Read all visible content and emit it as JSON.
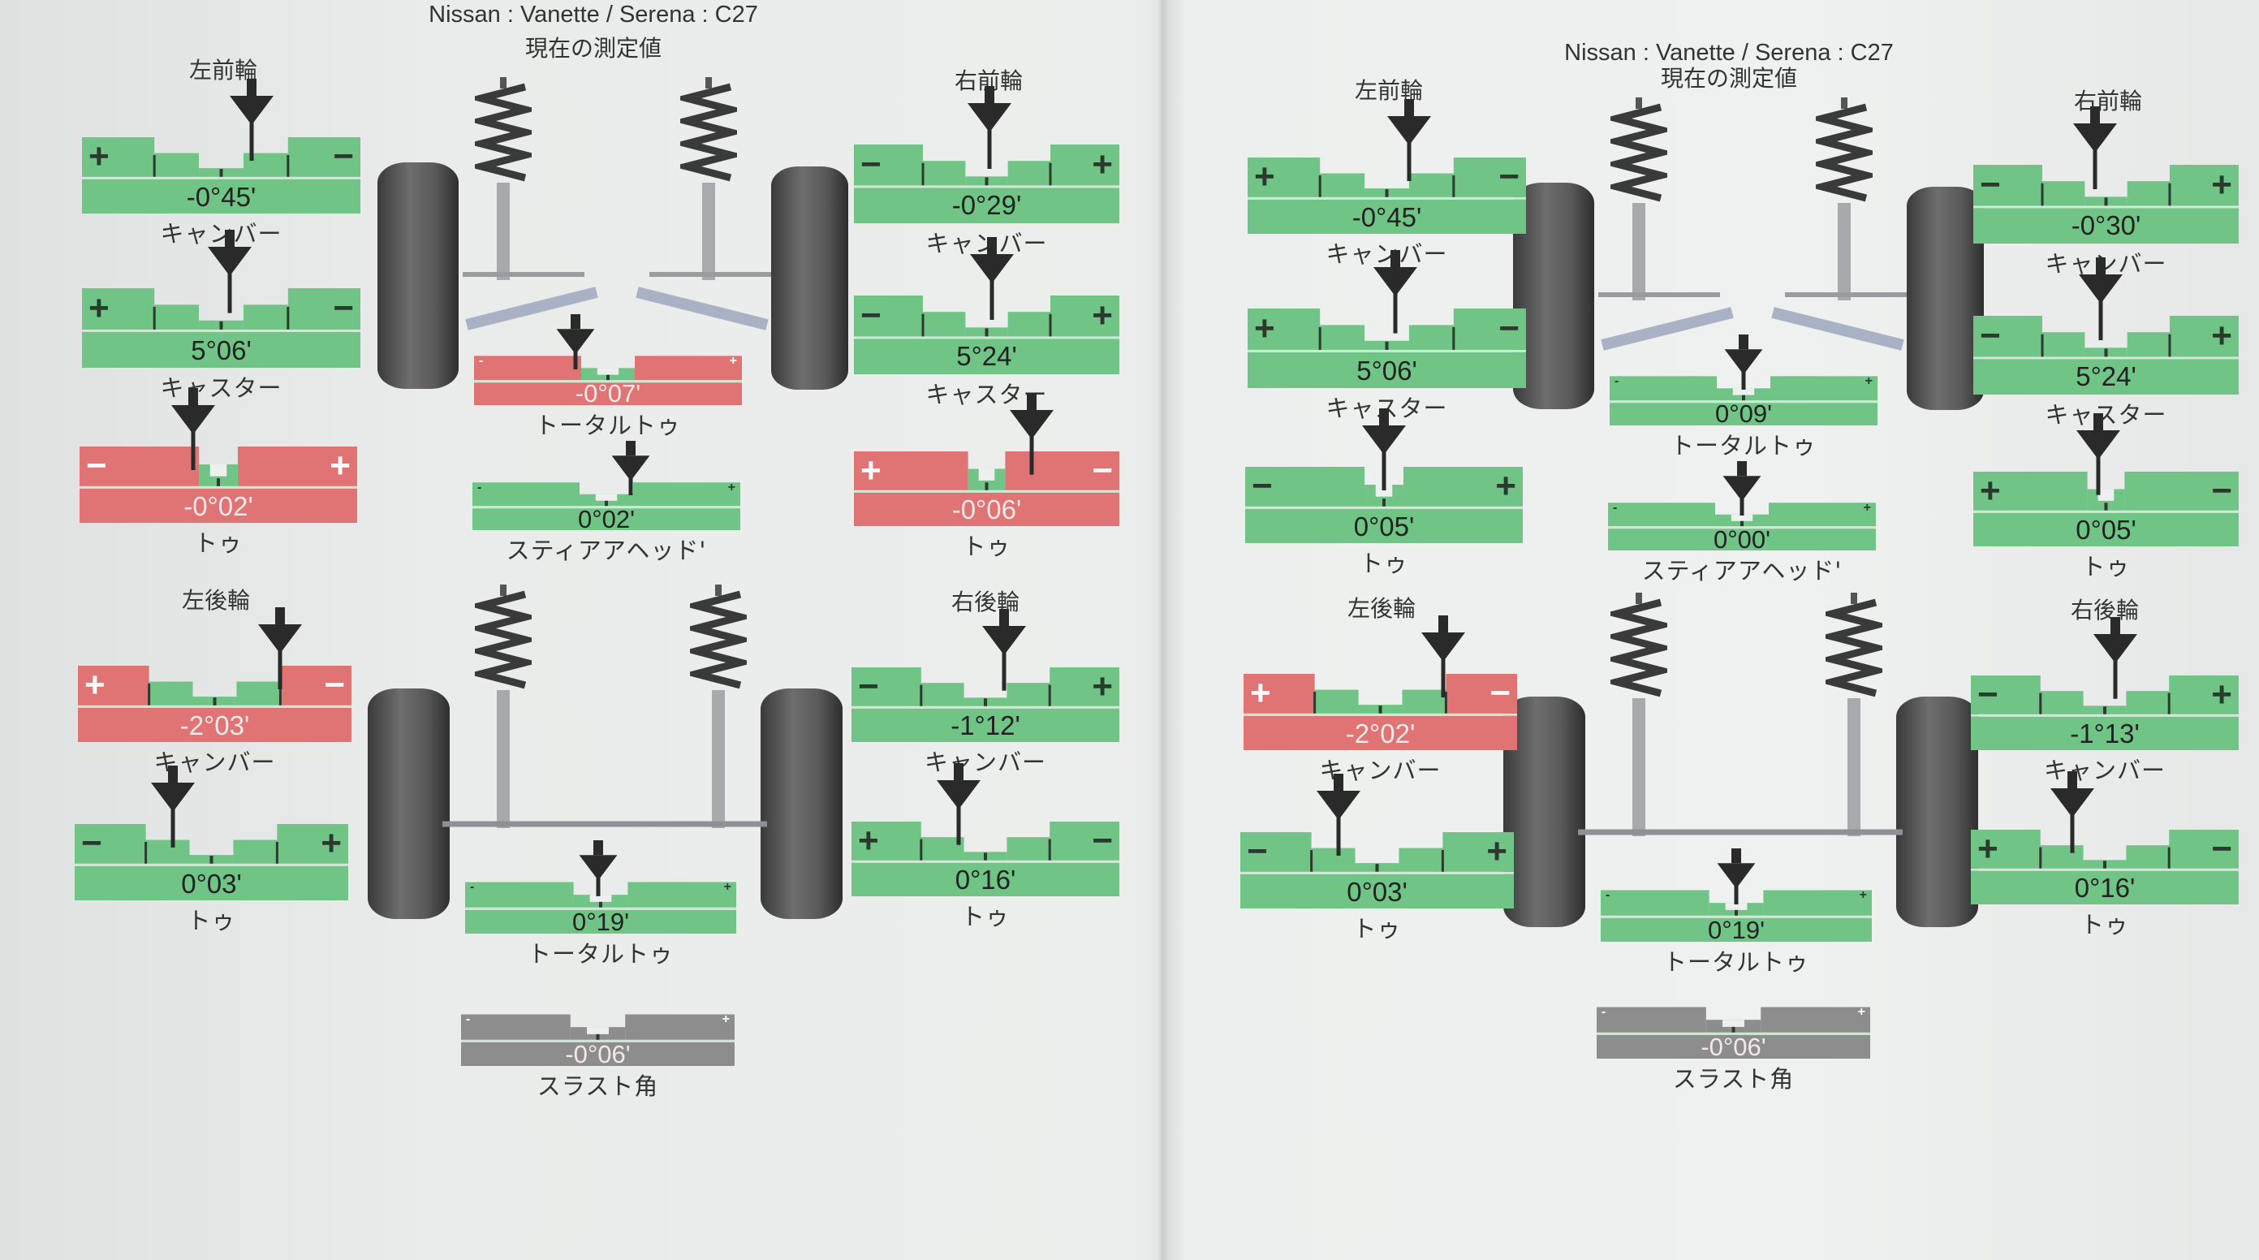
{
  "colors": {
    "green": "#70c485",
    "red": "#e07474",
    "gray": "#8d8d8d",
    "pointer": "#2a2a2a"
  },
  "pages": [
    {
      "title": "Nissan : Vanette / Serena : C27",
      "subtitle": "現在の測定値",
      "wheel_labels": {
        "front_left": "左前輪",
        "front_right": "右前輪",
        "rear_left": "左後輪",
        "rear_right": "右後輪"
      },
      "gauges": {
        "lf_camber": {
          "value": "-0°45'",
          "label": "キャンバー",
          "status": "green",
          "signs": [
            "+",
            "−"
          ]
        },
        "lf_caster": {
          "value": "5°06'",
          "label": "キャスター",
          "status": "green",
          "signs": [
            "+",
            "−"
          ]
        },
        "lf_toe": {
          "value": "-0°02'",
          "label": "トゥ",
          "status": "red",
          "signs": [
            "−",
            "+"
          ]
        },
        "front_total_toe": {
          "value": "-0°07'",
          "label": "トータルトゥ",
          "status": "red",
          "signs": [
            "-",
            "+"
          ]
        },
        "steer_ahead": {
          "value": "0°02'",
          "label": "スティアアヘッド'",
          "status": "green",
          "signs": [
            "-",
            "+"
          ]
        },
        "rf_camber": {
          "value": "-0°29'",
          "label": "キャンバー",
          "status": "green",
          "signs": [
            "−",
            "+"
          ]
        },
        "rf_caster": {
          "value": "5°24'",
          "label": "キャスター",
          "status": "green",
          "signs": [
            "−",
            "+"
          ]
        },
        "rf_toe": {
          "value": "-0°06'",
          "label": "トゥ",
          "status": "red",
          "signs": [
            "+",
            "−"
          ]
        },
        "lr_camber": {
          "value": "-2°03'",
          "label": "キャンバー",
          "status": "red",
          "signs": [
            "+",
            "−"
          ]
        },
        "lr_toe": {
          "value": "0°03'",
          "label": "トゥ",
          "status": "green",
          "signs": [
            "−",
            "+"
          ]
        },
        "rear_total_toe": {
          "value": "0°19'",
          "label": "トータルトゥ",
          "status": "green",
          "signs": [
            "-",
            "+"
          ]
        },
        "rr_camber": {
          "value": "-1°12'",
          "label": "キャンバー",
          "status": "green",
          "signs": [
            "−",
            "+"
          ]
        },
        "rr_toe": {
          "value": "0°16'",
          "label": "トゥ",
          "status": "green",
          "signs": [
            "+",
            "−"
          ]
        },
        "thrust_angle": {
          "value": "-0°06'",
          "label": "スラスト角",
          "status": "gray",
          "signs": [
            "-",
            "+"
          ]
        }
      }
    },
    {
      "title": "Nissan : Vanette / Serena : C27",
      "subtitle": "現在の測定値",
      "wheel_labels": {
        "front_left": "左前輪",
        "front_right": "右前輪",
        "rear_left": "左後輪",
        "rear_right": "右後輪"
      },
      "gauges": {
        "lf_camber": {
          "value": "-0°45'",
          "label": "キャンバー",
          "status": "green",
          "signs": [
            "+",
            "−"
          ]
        },
        "lf_caster": {
          "value": "5°06'",
          "label": "キャスター",
          "status": "green",
          "signs": [
            "+",
            "−"
          ]
        },
        "lf_toe": {
          "value": "0°05'",
          "label": "トゥ",
          "status": "green",
          "signs": [
            "−",
            "+"
          ]
        },
        "front_total_toe": {
          "value": "0°09'",
          "label": "トータルトゥ",
          "status": "green",
          "signs": [
            "-",
            "+"
          ]
        },
        "steer_ahead": {
          "value": "0°00'",
          "label": "スティアアヘッド'",
          "status": "green",
          "signs": [
            "-",
            "+"
          ]
        },
        "rf_camber": {
          "value": "-0°30'",
          "label": "キャンバー",
          "status": "green",
          "signs": [
            "−",
            "+"
          ]
        },
        "rf_caster": {
          "value": "5°24'",
          "label": "キャスター",
          "status": "green",
          "signs": [
            "−",
            "+"
          ]
        },
        "rf_toe": {
          "value": "0°05'",
          "label": "トゥ",
          "status": "green",
          "signs": [
            "+",
            "−"
          ]
        },
        "lr_camber": {
          "value": "-2°02'",
          "label": "キャンバー",
          "status": "red",
          "signs": [
            "+",
            "−"
          ]
        },
        "lr_toe": {
          "value": "0°03'",
          "label": "トゥ",
          "status": "green",
          "signs": [
            "−",
            "+"
          ]
        },
        "rear_total_toe": {
          "value": "0°19'",
          "label": "トータルトゥ",
          "status": "green",
          "signs": [
            "-",
            "+"
          ]
        },
        "rr_camber": {
          "value": "-1°13'",
          "label": "キャンバー",
          "status": "green",
          "signs": [
            "−",
            "+"
          ]
        },
        "rr_toe": {
          "value": "0°16'",
          "label": "トゥ",
          "status": "green",
          "signs": [
            "+",
            "−"
          ]
        },
        "thrust_angle": {
          "value": "-0°06'",
          "label": "スラスト角",
          "status": "gray",
          "signs": [
            "-",
            "+"
          ]
        }
      }
    }
  ]
}
